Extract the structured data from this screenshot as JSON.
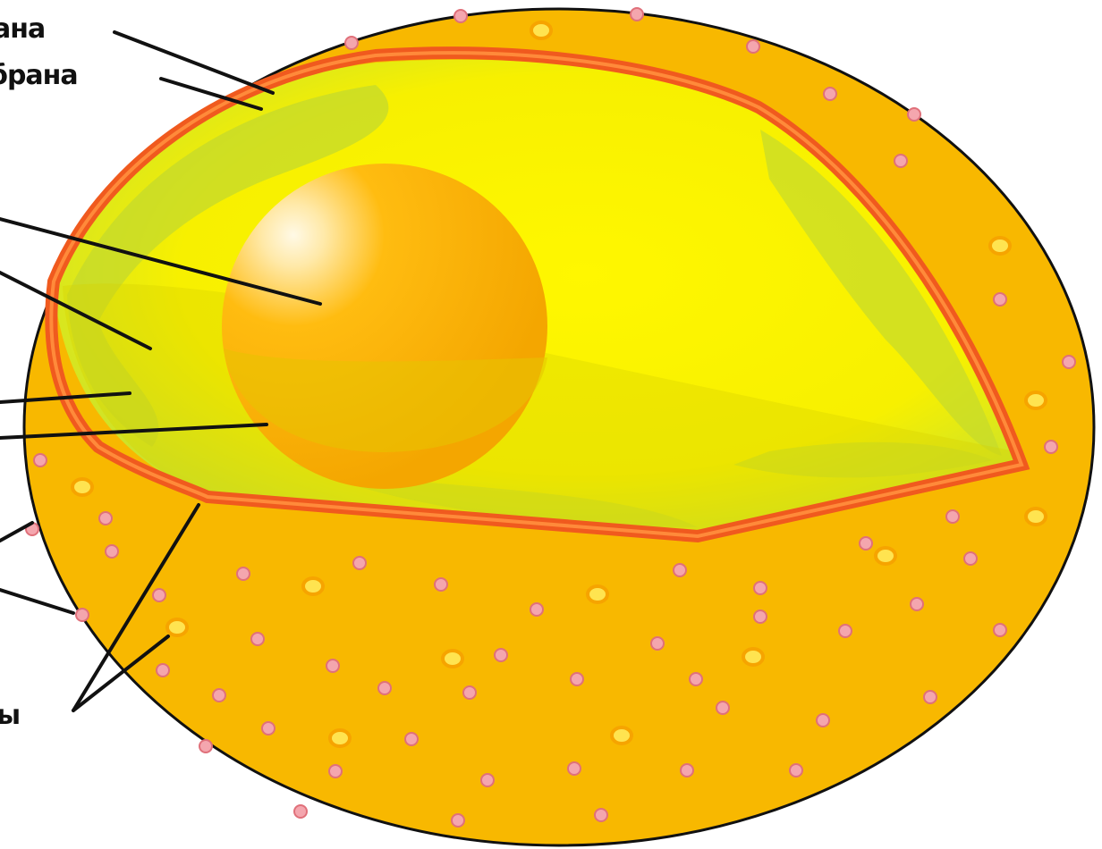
{
  "labels": {
    "outer_membrane": "ана",
    "inner_membrane": "брана",
    "vesicles": "ы"
  },
  "colors": {
    "cell_body": "#f8b800",
    "cell_edge": "#111111",
    "cytoplasm_light": "#fff200",
    "cytoplasm_green": "#c8dc28",
    "membrane": "#f05a1e",
    "nucleus": "#ffb400",
    "nucleus_highlight": "#fff5d6",
    "vesicle_pink": "#f4a0a8",
    "vesicle_yellow": "#ffe040"
  }
}
